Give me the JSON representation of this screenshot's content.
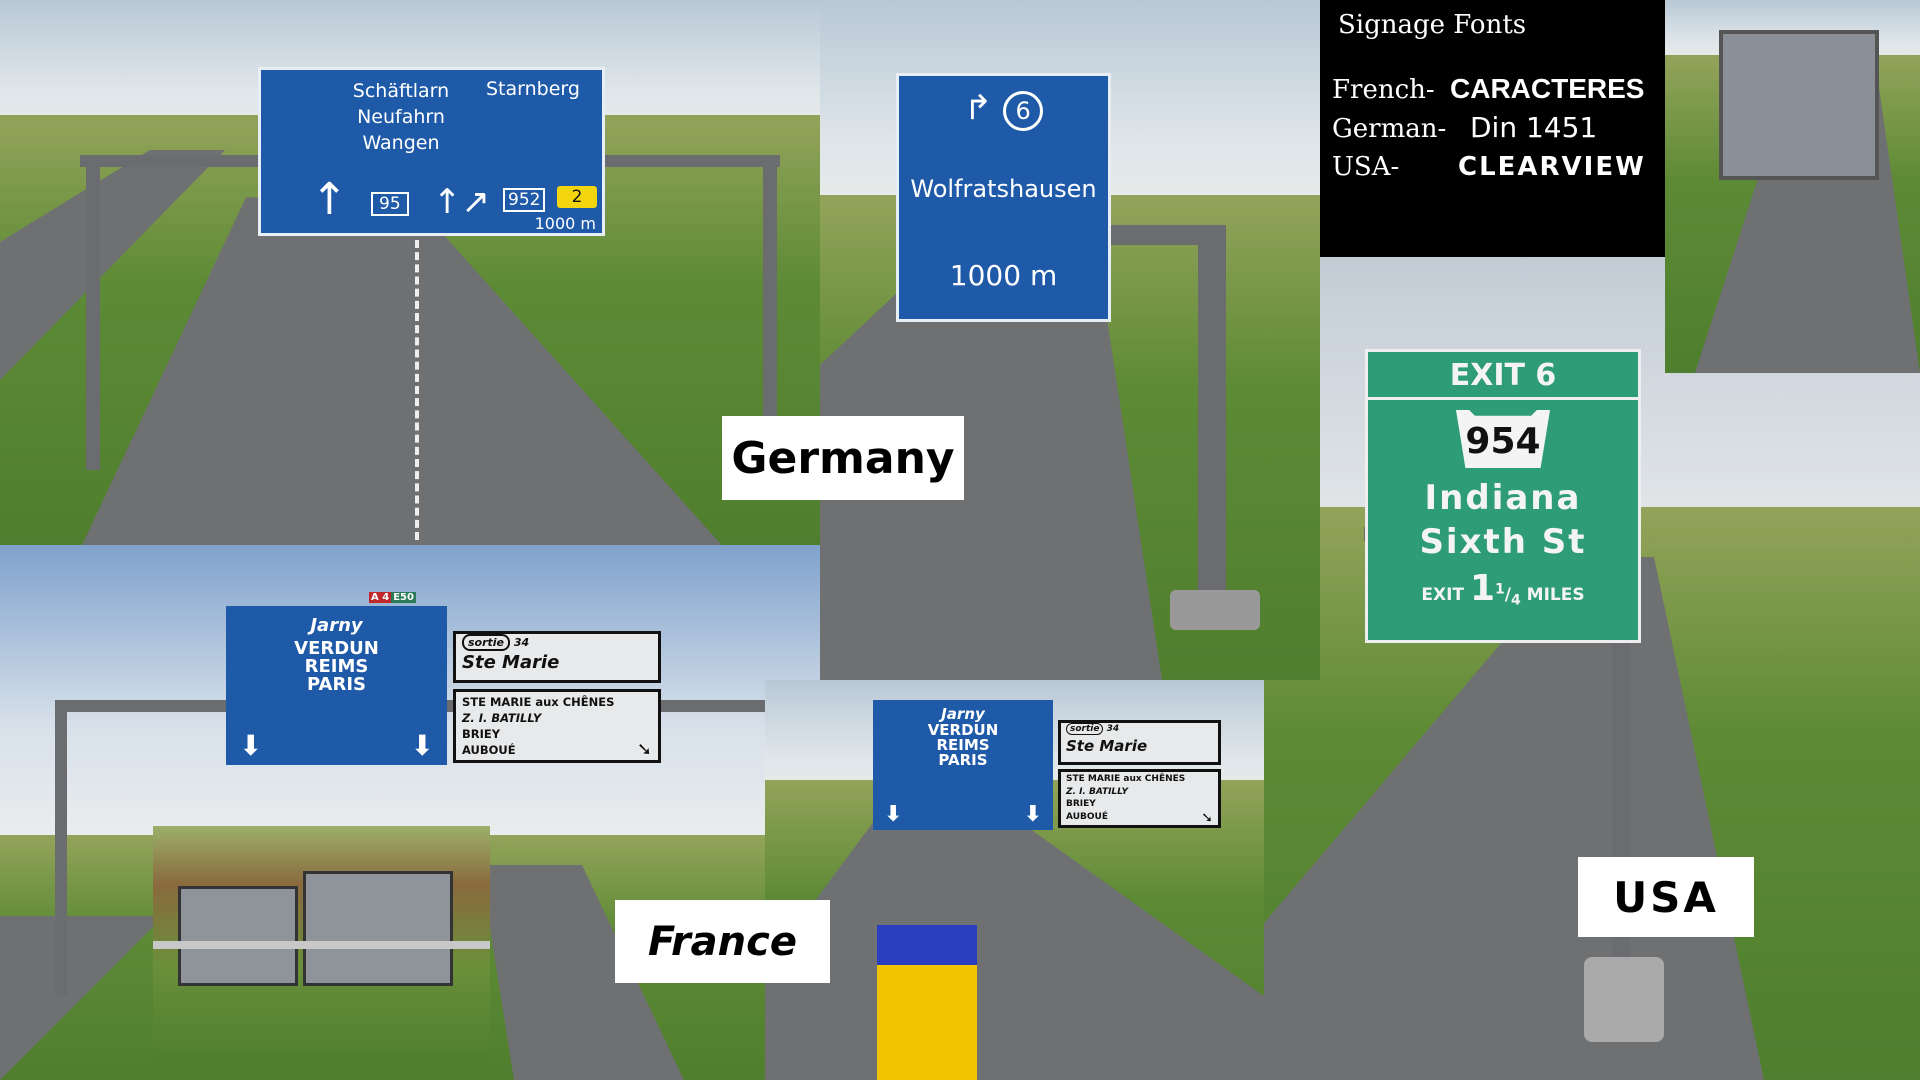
{
  "labels": {
    "germany": "Germany",
    "france": "France",
    "usa": "USA"
  },
  "fonts_box": {
    "title": "Signage Fonts",
    "rows": [
      {
        "country": "French-",
        "font": "CARACTERES"
      },
      {
        "country": "German-",
        "font": "Din 1451"
      },
      {
        "country": "USA-",
        "font": "CLEARVIEW"
      }
    ]
  },
  "german_sign": {
    "left_destinations": [
      "Schäftlarn",
      "Neufahrn",
      "Wangen"
    ],
    "right_destination": "Starnberg",
    "left_route": "95",
    "right_route": "952",
    "exit_number": "2",
    "distance": "1000 m"
  },
  "german_exit_sign": {
    "exit_number": "6",
    "destination": "Wolfratshausen",
    "distance": "1000 m"
  },
  "usa_sign": {
    "exit_header": "EXIT 6",
    "route": "954",
    "destinations": [
      "Indiana",
      "Sixth St"
    ],
    "exit_word": "EXIT",
    "distance_whole": "1",
    "distance_fraction_num": "1",
    "distance_fraction_den": "4",
    "distance_unit": "MILES"
  },
  "french_sign": {
    "shields": [
      "A 4",
      "E50"
    ],
    "destination_top": "Jarny",
    "destinations": [
      "VERDUN",
      "REIMS",
      "PARIS"
    ],
    "exit_label": "sortie",
    "exit_number": "34",
    "exit_place": "Ste Marie",
    "exit_destinations": [
      "STE MARIE aux CHÊNES",
      "Z. I. BATILLY",
      "BRIEY",
      "AUBOUÉ"
    ]
  },
  "colors": {
    "german_blue": "#1f5aa8",
    "usa_green": "#2e9c77",
    "exit_yellow": "#f2d50c",
    "shield_red": "#c0282b",
    "shield_green": "#2a7a58"
  }
}
